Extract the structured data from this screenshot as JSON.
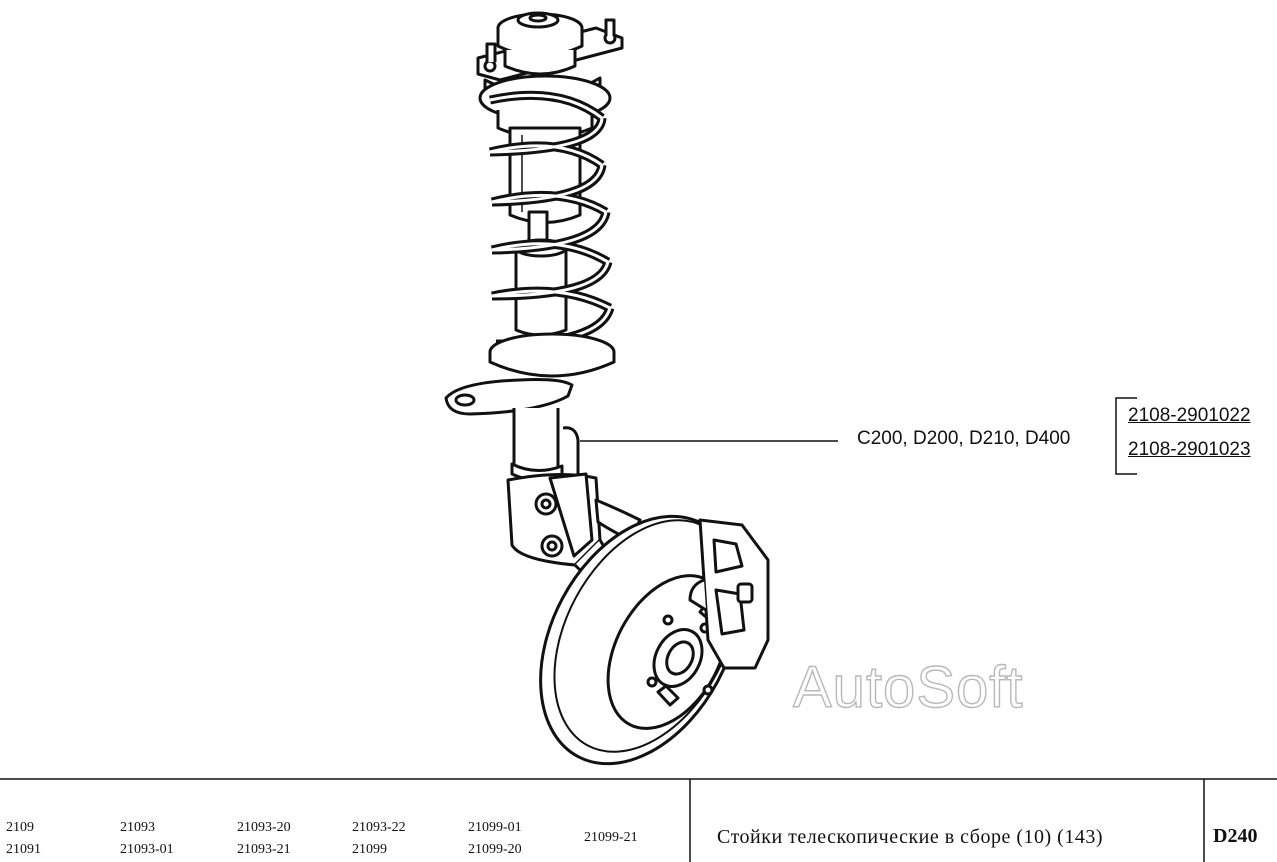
{
  "callout_label": "C200, D200, D210, D400",
  "part_numbers": [
    "2108-2901022",
    "2108-2901023"
  ],
  "watermark": "AutoSoft",
  "models": [
    [
      "2109",
      "21091"
    ],
    [
      "21093",
      "21093-01"
    ],
    [
      "21093-20",
      "21093-21"
    ],
    [
      "21093-22",
      "21099"
    ],
    [
      "21099-01",
      "21099-20"
    ],
    [
      "21099-21"
    ]
  ],
  "title": "Стойки телескопические в сборе (10) (143)",
  "page_code": "D240"
}
